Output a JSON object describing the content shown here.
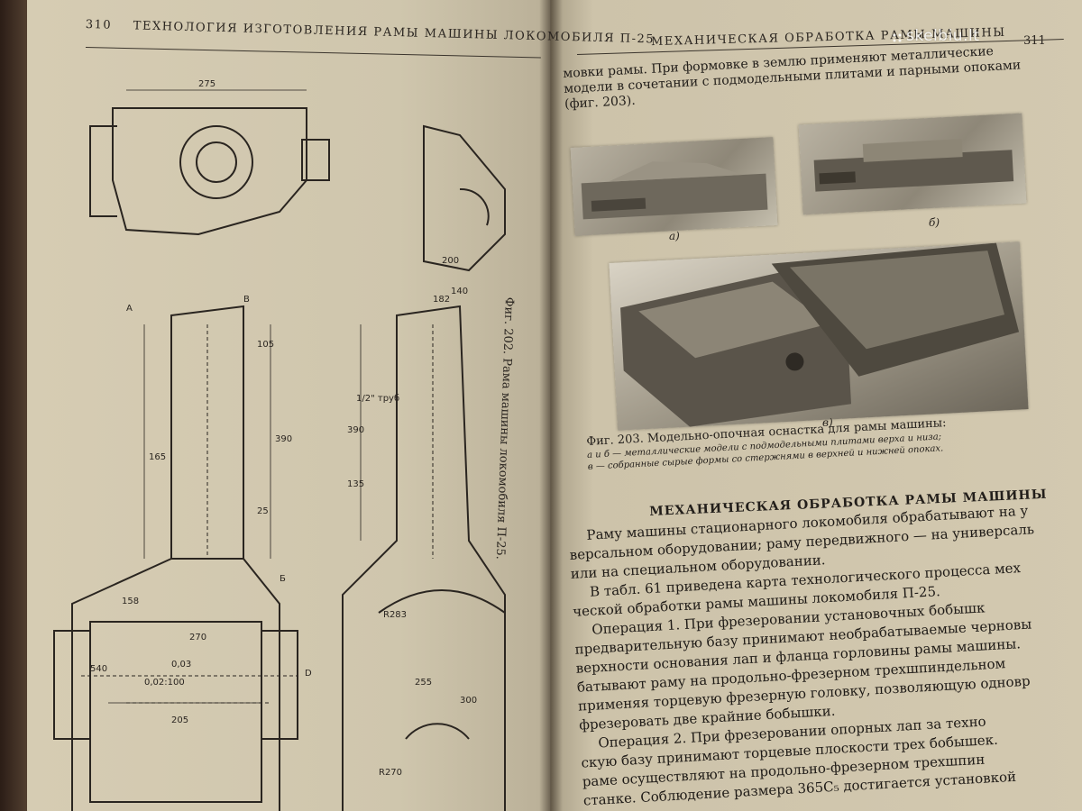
{
  "left_page": {
    "number": "310",
    "header": "ТЕХНОЛОГИЯ ИЗГОТОВЛЕНИЯ РАМЫ МАШИНЫ ЛОКОМОБИЛЯ П-25",
    "figure_caption": "Фиг. 202. Рама машины локомобиля П-25.",
    "drawing_labels": [
      "A",
      "B",
      "Б",
      "D",
      "275",
      "390",
      "165",
      "105",
      "25",
      "540",
      "270",
      "205",
      "300",
      "158",
      "0,03",
      "0,02:100",
      "R283",
      "R270",
      "255",
      "200",
      "140",
      "182",
      "135",
      "390",
      "1/2\" труб"
    ]
  },
  "right_page": {
    "header": "МЕХАНИЧЕСКАЯ ОБРАБОТКА РАМЫ МАШИНЫ",
    "number": "311",
    "intro_lines": [
      "мовки рамы. При формовке в землю применяют металлические",
      "модели в сочетании с подмодельными плитами и парными опоками",
      "(фиг. 203)."
    ],
    "photo_labels": [
      "а)",
      "б)",
      "в)"
    ],
    "figure_caption": "Фиг. 203. Модельно-опочная оснастка для рамы машины:",
    "figure_caption_sub": [
      "а и б — металлические модели с подмодельными плитами верха и низа;",
      "в — собранные сырые формы со стержнями в верхней и нижней опоках."
    ],
    "section_title": "МЕХАНИЧЕСКАЯ ОБРАБОТКА РАМЫ МАШИНЫ",
    "body_lines": [
      "Раму машины стационарного локомобиля обрабатывают на у",
      "версальном оборудовании; раму передвижного — на универсаль",
      "или на специальном оборудовании.",
      "В табл. 61 приведена карта технологического процесса мех",
      "ческой обработки рамы машины локомобиля П-25.",
      "Операция 1. При фрезеровании установочных бобышк",
      "предварительную базу принимают необрабатываемые черновы",
      "верхности основания лап и фланца горловины рамы машины.",
      "батывают раму на продольно-фрезерном трехшпиндельном",
      "применяя торцевую фрезерную головку, позволяющую одновр",
      "фрезеровать две крайние бобышки.",
      "Операция 2. При фрезеровании опорных лап за техно",
      "скую базу принимают торцевые плоскости трех бобышек.",
      "раме осуществляют на продольно-фрезерном трехшпин",
      "станке. Соблюдение размера 365С₅ достигается установкой"
    ]
  },
  "watermark": "skelbiu.lt"
}
